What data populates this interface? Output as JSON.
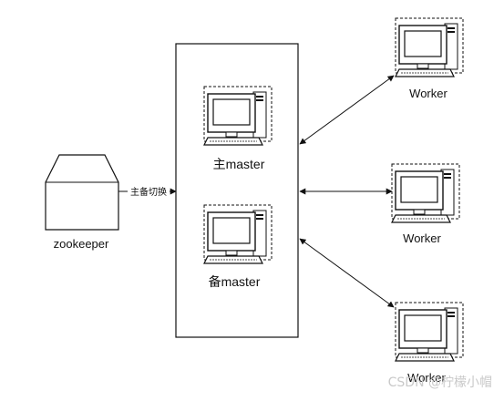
{
  "labels": {
    "zookeeper": "zookeeper",
    "switch_label": "主备切换",
    "primary_master": "主master",
    "standby_master": "备master",
    "worker": "Worker"
  },
  "watermark": "CSDN @柠檬小帽",
  "icons": {
    "computer": "computer-icon",
    "zookeeper_shape": "zookeeper-node-icon"
  },
  "colors": {
    "stroke": "#111111",
    "screen": "#ffffff",
    "watermark": "#c9c9c9"
  }
}
